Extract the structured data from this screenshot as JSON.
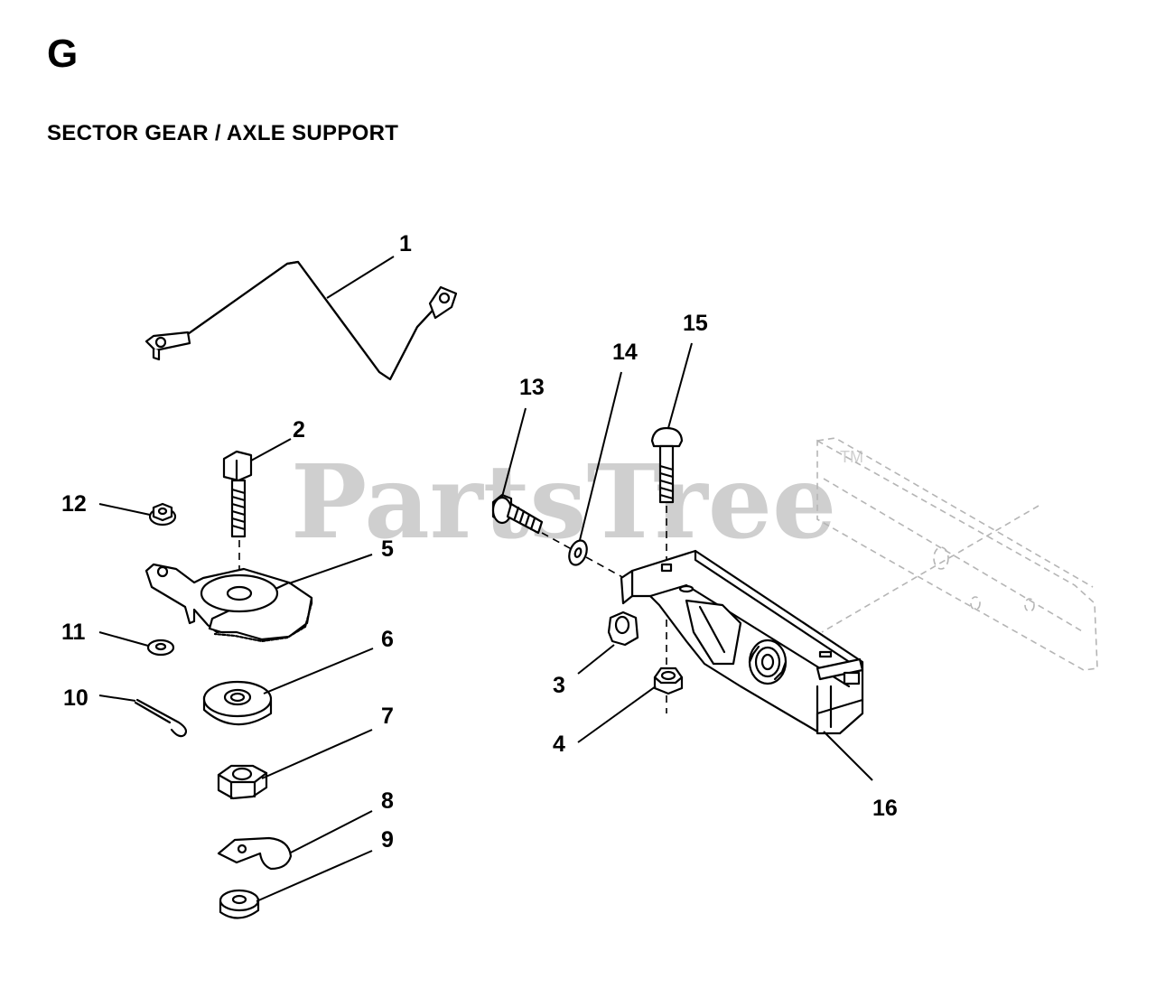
{
  "header": {
    "section_letter": "G",
    "title": "SECTOR GEAR / AXLE SUPPORT"
  },
  "watermark": {
    "text": "PartsTree",
    "tm": "TM"
  },
  "callouts": {
    "p1": "1",
    "p2": "2",
    "p3": "3",
    "p4": "4",
    "p5": "5",
    "p6": "6",
    "p7": "7",
    "p8": "8",
    "p9": "9",
    "p10": "10",
    "p11": "11",
    "p12": "12",
    "p13": "13",
    "p14": "14",
    "p15": "15",
    "p16": "16"
  }
}
